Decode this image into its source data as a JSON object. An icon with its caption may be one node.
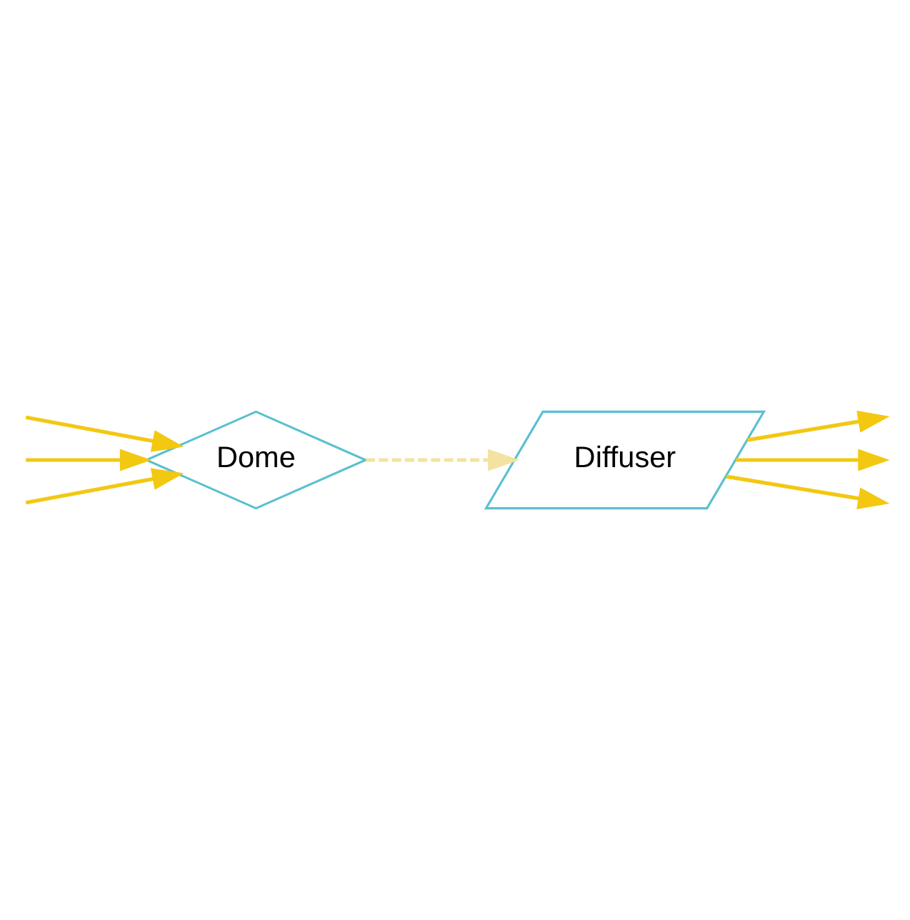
{
  "diagram": {
    "nodes": [
      {
        "text": [
          "Dome"
        ]
      },
      {
        "text": [
          "Diffuser"
        ]
      }
    ],
    "edges": [
      {
        "from": null,
        "to": 0,
        "arrow": "to"
      },
      {
        "from": null,
        "to": 0,
        "arrow": "to"
      },
      {
        "from": null,
        "to": 0,
        "arrow": "to"
      },
      {
        "from": 0,
        "to": 1,
        "arrow": "to",
        "style": "dashed",
        "color": "#f3e2a0"
      },
      {
        "from": 1,
        "to": null,
        "arrow": "to"
      },
      {
        "from": 1,
        "to": null,
        "arrow": "to"
      },
      {
        "from": 1,
        "to": null,
        "arrow": "to"
      }
    ]
  }
}
